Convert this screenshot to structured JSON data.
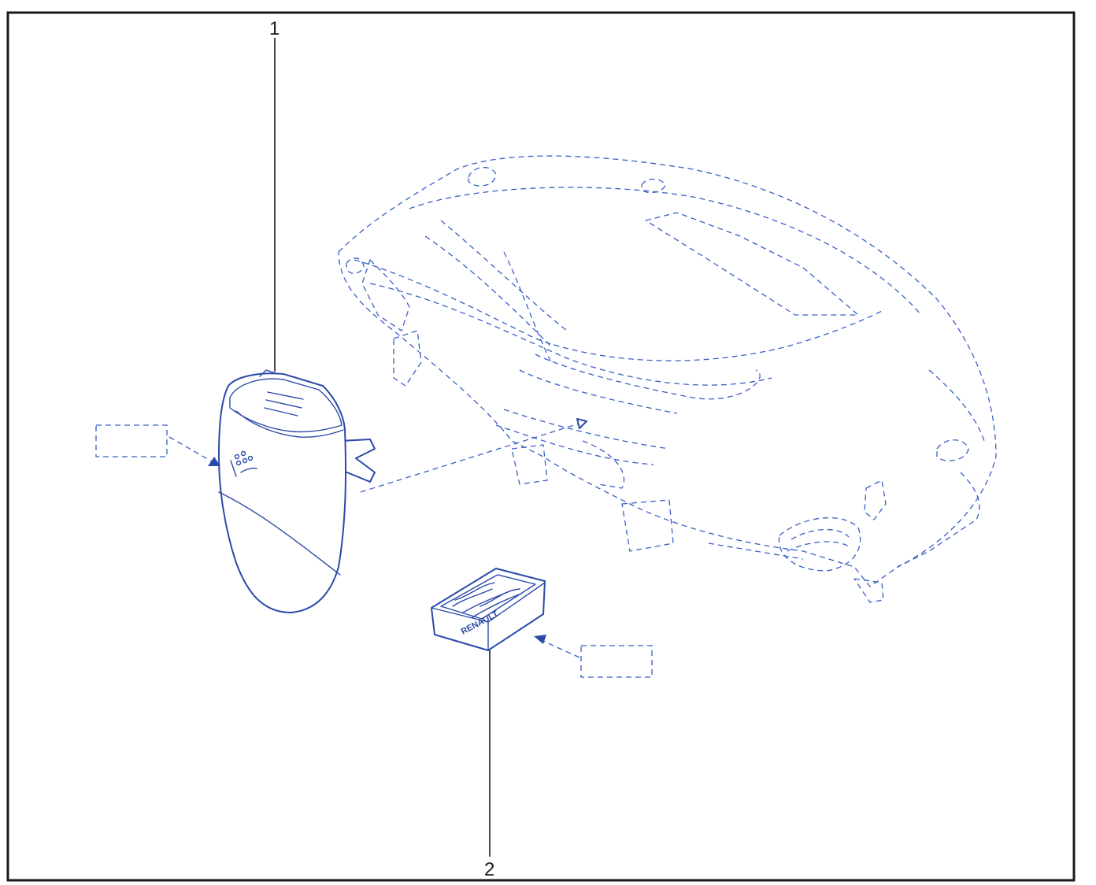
{
  "callouts": [
    {
      "number": "1"
    },
    {
      "number": "2"
    }
  ],
  "part_2_logo_text": "RENAULT",
  "colors": {
    "line": "#2b4aa8",
    "dashed": "#3a5fc4",
    "frame": "#1a1a1a"
  }
}
